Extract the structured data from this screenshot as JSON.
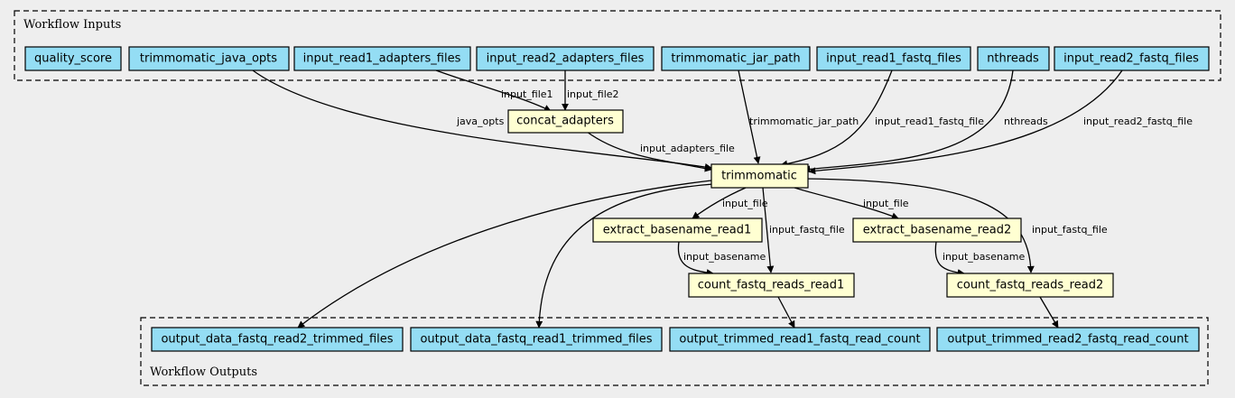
{
  "clusters": {
    "inputs_label": "Workflow Inputs",
    "outputs_label": "Workflow Outputs"
  },
  "inputs": [
    "quality_score",
    "trimmomatic_java_opts",
    "input_read1_adapters_files",
    "input_read2_adapters_files",
    "trimmomatic_jar_path",
    "input_read1_fastq_files",
    "nthreads",
    "input_read2_fastq_files"
  ],
  "steps": [
    "concat_adapters",
    "trimmomatic",
    "extract_basename_read1",
    "extract_basename_read2",
    "count_fastq_reads_read1",
    "count_fastq_reads_read2"
  ],
  "outputs": [
    "output_data_fastq_read2_trimmed_files",
    "output_data_fastq_read1_trimmed_files",
    "output_trimmed_read1_fastq_read_count",
    "output_trimmed_read2_fastq_read_count"
  ],
  "edge_labels": {
    "java_opts": "java_opts",
    "input_file1": "input_file1",
    "input_file2": "input_file2",
    "input_adapters_file": "input_adapters_file",
    "trimmomatic_jar_path": "trimmomatic_jar_path",
    "input_read1_fastq_file": "input_read1_fastq_file",
    "nthreads": "nthreads",
    "input_read2_fastq_file": "input_read2_fastq_file",
    "input_file_read1": "input_file",
    "input_file_read2": "input_file",
    "input_fastq_file_read1": "input_fastq_file",
    "input_fastq_file_read2": "input_fastq_file",
    "input_basename_read1": "input_basename",
    "input_basename_read2": "input_basename"
  },
  "colors": {
    "background": "#eeeeee",
    "io_node_fill": "#94ddf4",
    "step_node_fill": "#ffffd2",
    "stroke": "#000000"
  }
}
